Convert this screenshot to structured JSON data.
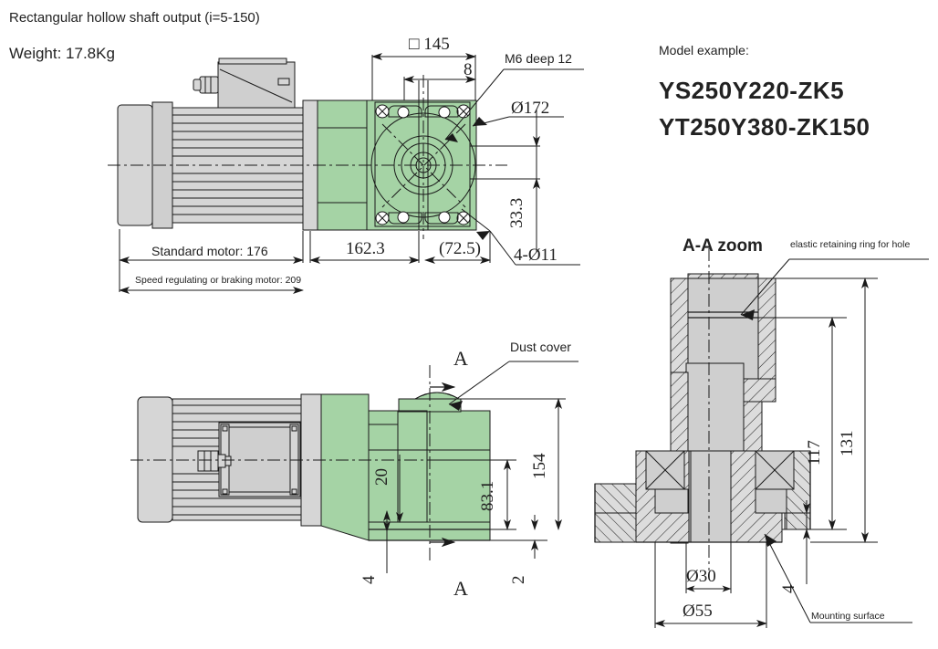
{
  "header": {
    "title": "Rectangular hollow shaft output (i=5-150)",
    "weight": "Weight: 17.8Kg"
  },
  "model_example": {
    "label": "Model example:",
    "models": [
      "YS250Y220-ZK5",
      "YT250Y380-ZK150"
    ]
  },
  "views": {
    "front": {
      "dims": {
        "square_145": "□ 145",
        "d8": "8",
        "m6": "M6 deep 12",
        "dia172": "Ø172",
        "v33_3": "33.3",
        "holes": "4-Ø11",
        "standard_motor": "Standard motor: 176",
        "speed_motor": "Speed regulating or braking motor: 209",
        "len162_3": "162.3",
        "len72_5": "(72.5)"
      }
    },
    "side": {
      "notes": {
        "dust_cover": "Dust cover",
        "section_top": "A",
        "section_bottom": "A"
      },
      "dims": {
        "d20": "20",
        "d83_1": "83.1",
        "d154": "154",
        "d2": "2",
        "d4": "4"
      }
    },
    "detail": {
      "title": "A-A zoom",
      "notes": {
        "ring": "elastic retaining ring for hole",
        "mounting": "Mounting surface"
      },
      "dims": {
        "h117": "117",
        "h131": "131",
        "dia30": "Ø30",
        "dia55": "Ø55",
        "d4": "4"
      }
    }
  },
  "colors": {
    "gearbox_green": "#a5d3a5",
    "motor_grey": "#d6d6d6",
    "line": "#1a1a1a"
  }
}
